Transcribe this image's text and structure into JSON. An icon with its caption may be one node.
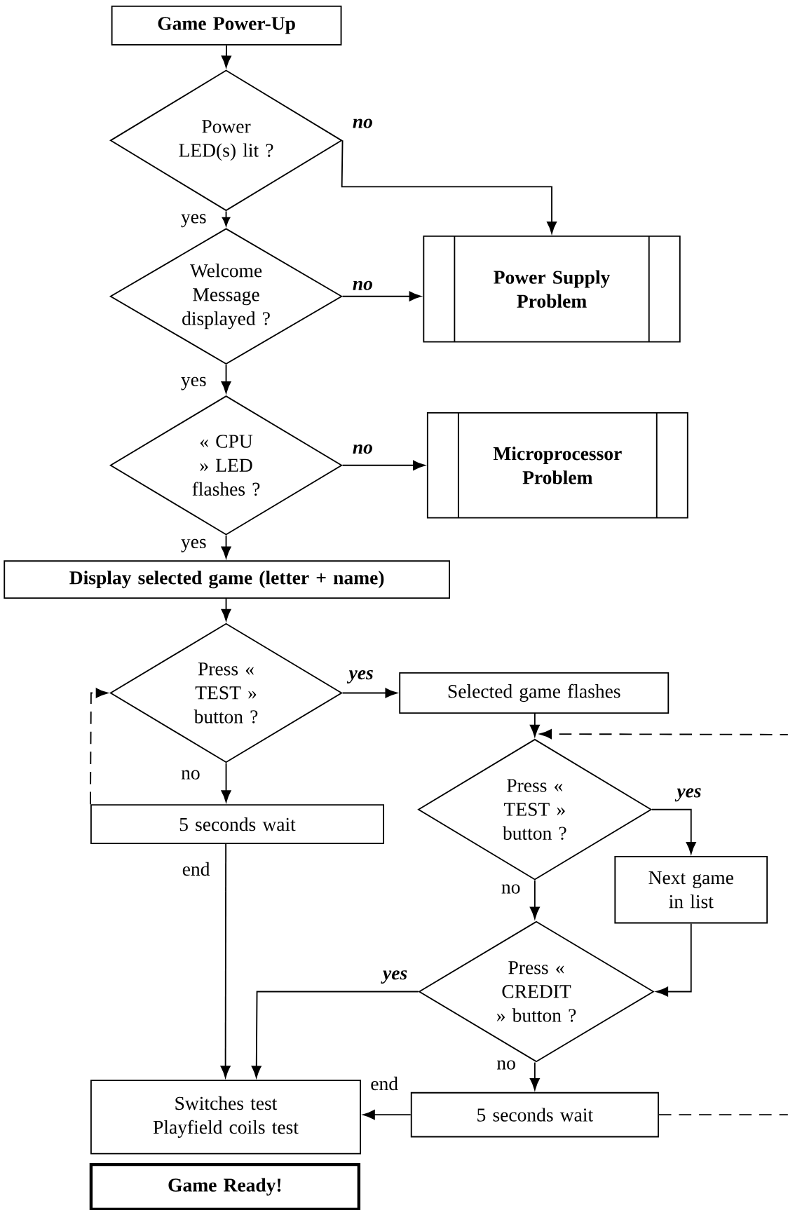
{
  "diagram": {
    "nodes": [
      {
        "text": [
          "Game Power-Up"
        ]
      },
      {
        "text": [
          "Power LED(s) lit ?"
        ]
      },
      {
        "text": [
          "Power Supply Problem"
        ]
      },
      {
        "text": [
          "Welcome Message displayed ?"
        ]
      },
      {
        "text": [
          "« CPU » LED flashes ?"
        ]
      },
      {
        "text": [
          "Microprocessor Problem"
        ]
      },
      {
        "text": [
          "Display selected game (letter + name)"
        ]
      },
      {
        "text": [
          "Press « TEST » button ?"
        ]
      },
      {
        "text": [
          "Selected game flashes"
        ]
      },
      {
        "text": [
          "5 seconds wait"
        ]
      },
      {
        "text": [
          "Press « TEST » button ?"
        ]
      },
      {
        "text": [
          "Next game in list"
        ]
      },
      {
        "text": [
          "Press « CREDIT » button ?"
        ]
      },
      {
        "text": [
          "Switches test",
          "Playfield coils test"
        ]
      },
      {
        "text": [
          "5 seconds wait"
        ]
      },
      {
        "text": [
          "Game Ready!"
        ]
      }
    ],
    "edges": [
      {
        "from": 0,
        "to": 1,
        "arrow": "to"
      },
      {
        "from": 1,
        "to": 2,
        "arrow": "to",
        "label": "no"
      },
      {
        "from": 1,
        "to": 3,
        "arrow": "to",
        "label": "yes"
      },
      {
        "from": 3,
        "to": 2,
        "arrow": "to",
        "label": "no"
      },
      {
        "from": 3,
        "to": 4,
        "arrow": "to",
        "label": "yes"
      },
      {
        "from": 4,
        "to": 5,
        "arrow": "to",
        "label": "no"
      },
      {
        "from": 4,
        "to": 6,
        "arrow": "to",
        "label": "yes"
      },
      {
        "from": 6,
        "to": 7,
        "arrow": "to"
      },
      {
        "from": 7,
        "to": 8,
        "arrow": "to",
        "label": "yes"
      },
      {
        "from": 7,
        "to": 9,
        "arrow": "to",
        "label": "no"
      },
      {
        "from": 9,
        "to": 7,
        "arrow": "to",
        "style": "dashed"
      },
      {
        "from": 9,
        "to": 13,
        "arrow": "to",
        "label": "end"
      },
      {
        "from": 8,
        "to": 10,
        "arrow": "to"
      },
      {
        "from": 10,
        "to": 11,
        "arrow": "to",
        "label": "yes"
      },
      {
        "from": 10,
        "to": 12,
        "arrow": "to",
        "label": "no"
      },
      {
        "from": 11,
        "to": 12,
        "arrow": "to"
      },
      {
        "from": 12,
        "to": 13,
        "arrow": "to",
        "label": "yes"
      },
      {
        "from": 12,
        "to": 14,
        "arrow": "to",
        "label": "no"
      },
      {
        "from": 14,
        "to": 13,
        "arrow": "to",
        "label": "end"
      },
      {
        "from": 14,
        "to": 10,
        "arrow": "to",
        "style": "dashed"
      }
    ]
  }
}
